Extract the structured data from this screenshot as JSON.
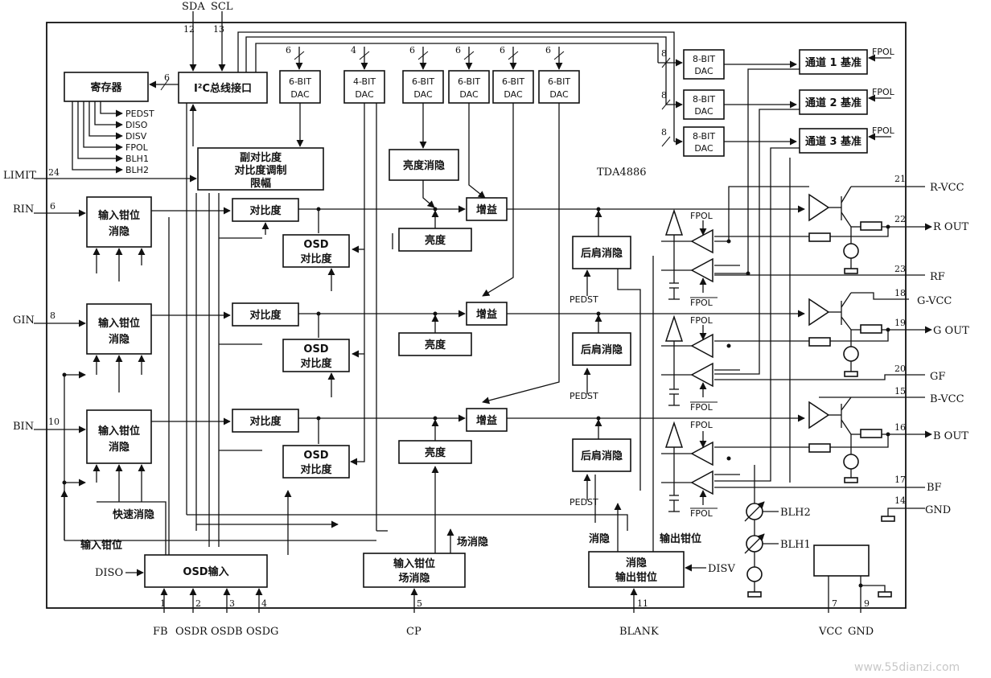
{
  "chip": "TDA4886",
  "blocks": {
    "register": "寄存器",
    "i2c": "I²C总线接口",
    "dac6": "6-BIT",
    "dac4": "4-BIT",
    "dac8": "8-BIT",
    "dac": "DAC",
    "channel1": "通道 1 基准",
    "channel2": "通道 2 基准",
    "channel3": "通道 3 基准",
    "subcontrast_1": "副对比度",
    "subcontrast_2": "对比度调制",
    "subcontrast_3": "限幅",
    "brightness_blank": "亮度消隐",
    "input_clamp_1": "输入钳位",
    "input_clamp_2": "消隐",
    "contrast": "对比度",
    "osd_contrast_1": "OSD",
    "osd_contrast_2": "对比度",
    "brightness": "亮度",
    "gain": "增益",
    "back_porch": "后肩消隐",
    "osd_input": "OSD输入",
    "vclamp_1": "输入钳位",
    "vclamp_2": "场消隐",
    "blank_clamp_1": "消隐",
    "blank_clamp_2": "输出钳位"
  },
  "register_outputs": [
    "PEDST",
    "DISO",
    "DISV",
    "FPOL",
    "BLH1",
    "BLH2"
  ],
  "bus_widths": {
    "reg": "6",
    "dac_a": "6",
    "dac_b": "4",
    "dac_c": "6",
    "dac_d": "6",
    "dac_e": "6",
    "dac_f": "6",
    "dac8": "8"
  },
  "pins": {
    "sda": "SDA",
    "scl": "SCL",
    "n12": "12",
    "n13": "13",
    "limit": "LIMIT",
    "n24": "24",
    "rin": "RIN",
    "n6": "6",
    "gin": "GIN",
    "n8": "8",
    "bin": "BIN",
    "n10": "10",
    "fpol": "FPOL",
    "rvcc": "R-VCC",
    "n21": "21",
    "rout": "R OUT",
    "n22": "22",
    "rf": "RF",
    "n23": "23",
    "gvcc": "G-VCC",
    "n18": "18",
    "gout": "G OUT",
    "n19": "19",
    "gf": "GF",
    "n20": "20",
    "bvcc": "B-VCC",
    "n15": "15",
    "bout": "B OUT",
    "n16": "16",
    "bf": "BF",
    "n17": "17",
    "gnd": "GND",
    "n14": "14",
    "blh2": "BLH2",
    "blh1": "BLH1",
    "diso": "DISO",
    "disv": "DISV",
    "fb": "FB",
    "n1": "1",
    "osdr": "OSDR",
    "n2": "2",
    "osdb": "OSDB",
    "n3": "3",
    "osdg": "OSDG",
    "n4": "4",
    "cp": "CP",
    "n5": "5",
    "blank": "BLANK",
    "n11": "11",
    "vcc": "VCC",
    "n7": "7",
    "gnd2": "GND",
    "n9": "9"
  },
  "labels": {
    "fast_blank": "快速消隐",
    "input_clamp": "输入钳位",
    "field_blank": "场消隐",
    "blank": "消隐",
    "output_clamp": "输出钳位",
    "pedst": "PEDST"
  },
  "watermark": "www.55dianzi.com"
}
